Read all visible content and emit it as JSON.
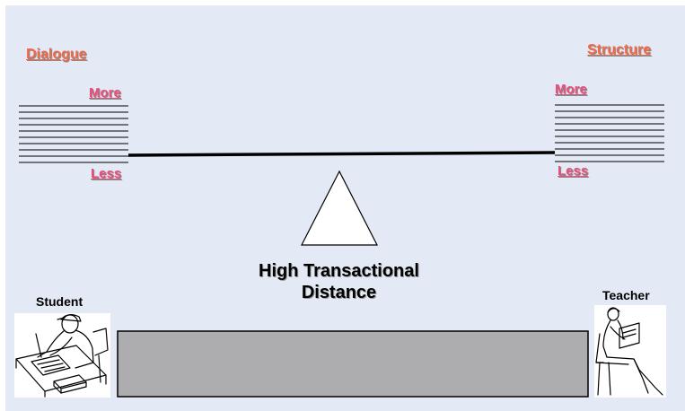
{
  "dialogue": {
    "title": "Dialogue",
    "more_label": "More",
    "less_label": "Less"
  },
  "structure": {
    "title": "Structure",
    "more_label": "More",
    "less_label": "Less"
  },
  "center": {
    "line1": "High Transactional",
    "line2": "Distance"
  },
  "people": {
    "student_label": "Student",
    "teacher_label": "Teacher"
  },
  "colors": {
    "background": "#e3e9f5",
    "title_orange": "#f26a4a",
    "label_pink": "#ec4f7c",
    "gap_box": "#adacaf"
  },
  "icons": {
    "student": "student-studying-icon",
    "teacher": "teacher-reading-icon"
  }
}
